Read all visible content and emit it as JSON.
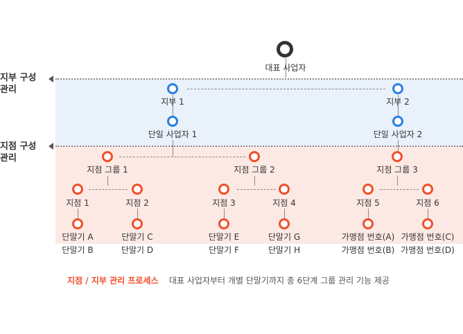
{
  "side_labels": {
    "branch_config": "지부 구성\n관리",
    "store_config": "지점 구성\n관리"
  },
  "root": "대표 사업자",
  "branches": [
    {
      "label": "지부 1",
      "sub": "단일 사업자 1"
    },
    {
      "label": "지부 2",
      "sub": "단일 사업자 2"
    }
  ],
  "groups": [
    "지점 그룹 1",
    "지점 그룹 2",
    "지점 그룹 3"
  ],
  "stores": [
    "지점 1",
    "지점 2",
    "지점 3",
    "지점 4",
    "지점 5",
    "지점 6"
  ],
  "terminals": [
    [
      "단말기 A",
      "단말기 B"
    ],
    [
      "단말기 C",
      "단말기 D"
    ],
    [
      "단말기 E",
      "단말기 F"
    ],
    [
      "단말기 G",
      "단말기 H"
    ],
    [
      "가맹점 번호(A)",
      "가맹점 번호(B)"
    ],
    [
      "가맹점 번호(C)",
      "가맹점 번호(D)"
    ]
  ],
  "caption": {
    "title": "지점 / 지부 관리 프로세스",
    "text": "대표 사업자부터 개별 단말기까지 총 6단계 그룹 관리 기능 제공"
  },
  "colors": {
    "blue": "#2a7ee0",
    "red": "#ef4f2a",
    "band_blue": "#e9f1fb",
    "band_pink": "#fde9e4"
  }
}
